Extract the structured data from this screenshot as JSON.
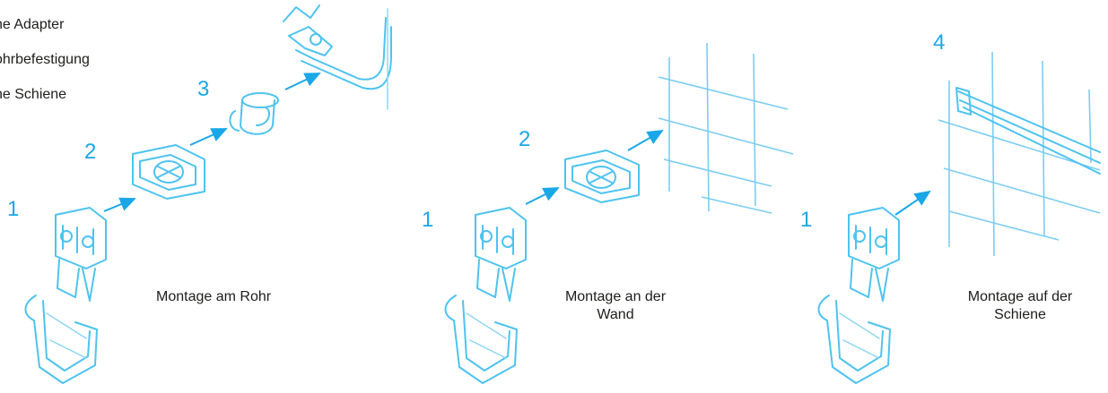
{
  "legend": {
    "items": [
      "he Adapter",
      "ohrbefestigung",
      "he Schiene"
    ]
  },
  "panels": [
    {
      "caption": "Montage am Rohr",
      "numbers": [
        "1",
        "2",
        "3"
      ]
    },
    {
      "caption_line1": "Montage an der",
      "caption_line2": "Wand",
      "numbers": [
        "1",
        "2"
      ]
    },
    {
      "caption_line1": "Montage auf der",
      "caption_line2": "Schiene",
      "numbers": [
        "1",
        "4"
      ]
    }
  ],
  "colors": {
    "accent": "#1aa7e8",
    "line_art": "#4ec3f0",
    "text": "#1d1d1b"
  },
  "icons": [
    "sensor-bracket-icon",
    "wall-adapter-icon",
    "pipe-clamp-icon",
    "pipe-icon",
    "wall-grid-icon",
    "rail-grid-icon",
    "arrow-icon"
  ]
}
